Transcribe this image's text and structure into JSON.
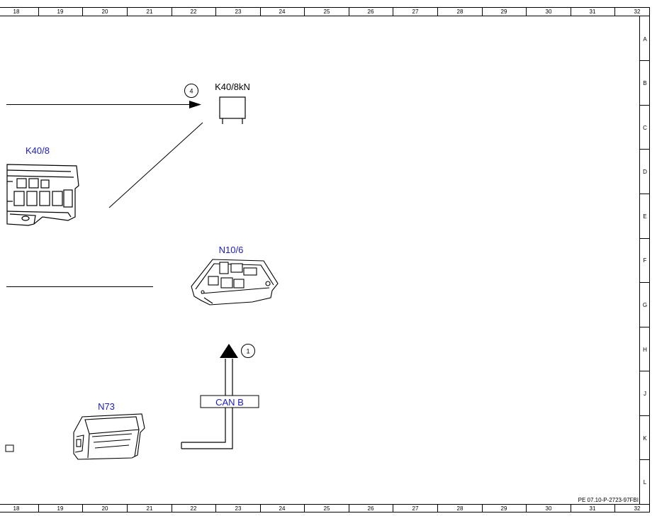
{
  "grid": {
    "columns": [
      "18",
      "19",
      "20",
      "21",
      "22",
      "23",
      "24",
      "25",
      "26",
      "27",
      "28",
      "29",
      "30",
      "31",
      "32"
    ],
    "rows": [
      "A",
      "B",
      "C",
      "D",
      "E",
      "F",
      "G",
      "H",
      "J",
      "K",
      "L"
    ]
  },
  "components": {
    "k40_8": {
      "label": "K40/8"
    },
    "k40_8kn": {
      "label": "K40/8kN"
    },
    "n10_6": {
      "label": "N10/6"
    },
    "n73": {
      "label": "N73"
    }
  },
  "markers": {
    "ref_4": "4",
    "ref_1": "1"
  },
  "bus": {
    "label": "CAN B"
  },
  "footer": {
    "reference": "PE 07.10-P-2723-97FBI"
  }
}
